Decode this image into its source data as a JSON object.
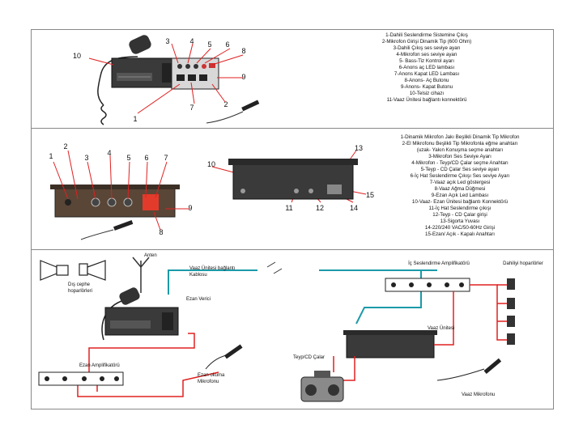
{
  "panel1": {
    "callouts": [
      "3",
      "4",
      "5",
      "6",
      "8",
      "10",
      "9",
      "7",
      "2",
      "1"
    ],
    "legend": [
      "1-Dahili Seslendirme Sistemine Çıkış",
      "2-Mikrofon Girişi Dinamik Tip (600 Ohm)",
      "3-Dahili Çıkış ses seviye ayarı",
      "4-Mikrofon ses seviye ayarı",
      "5- Bass-Tiz Kontrol ayarı",
      "6-Anons aç LED lambası",
      "7-Anons Kapat LED Lambası",
      "8-Anons- Aç Butonu",
      "9-Anons- Kapat Butonu",
      "10-Telsiz cihazı",
      "11-Vaaz Ünitesi bağlantı konnektörü"
    ]
  },
  "panel2": {
    "callouts": [
      "1",
      "2",
      "3",
      "4",
      "5",
      "6",
      "7",
      "10",
      "13",
      "15",
      "9",
      "11",
      "12",
      "14",
      "8"
    ],
    "legend": [
      "1-Dinamik Mikrofon Jakı Beşlikli Dinamik Tip Mikrofon",
      "2-El Mikrofonu Beşlikli Tip Mikrofonla eğme anahtarı",
      "(uzak- Yakın Konuşma seçme anahtarı",
      "3-Mikrofon Ses Seviye Ayarı",
      "4-Mikrofon - Teyp/CD Çalar seçme Anahtarı",
      "5-Teyp - CD Çalar Ses seviye ayarı",
      "6-İç Hat Seslendirme Çıkışı Ses seviye Ayarı",
      "7-Vaaz açık Led göstergesi",
      "8-Vaaz Ağma Düğmesi",
      "9-Ezan Açık Led Lambası",
      "10-Vaaz- Ezan Ünitesi bağlantı Konnektörü",
      "11-İç Hat Seslendirme çıkışı",
      "12-Teyp - CD Çalar girişi",
      "13-Sigorta Yuvası",
      "14-220/240 VAC/50-60Hz Girişi",
      "15-Ezan/ Açık - Kapalı Anahtarı"
    ]
  },
  "panel3": {
    "labels": {
      "antenna": "Anten",
      "unit_cable": "Vaaz Ünitesi bağlantı Kablosu",
      "outdoor_speakers": "Dış cephe hoparlörleri",
      "indoor_amp": "İç Seslendirme Amplifikatörü",
      "indoor_speakers": "Dahiliyi hoparlörler",
      "transmitter": "Ezan Verici",
      "vaaz_unit": "Vaaz Ünitesi",
      "tape_cd": "Teyp/CD Çalar",
      "ezan_amp": "Ezan Amplifikatörü",
      "ezan_mic": "Ezan okuma Mikrofonu",
      "vaaz_mic": "Vaaz Mikrofonu"
    }
  },
  "colors": {
    "cable_red": "#e02020",
    "cable_teal": "#1b9aa8",
    "device_dark": "#2e2e2e",
    "device_panel": "#5a4636"
  }
}
